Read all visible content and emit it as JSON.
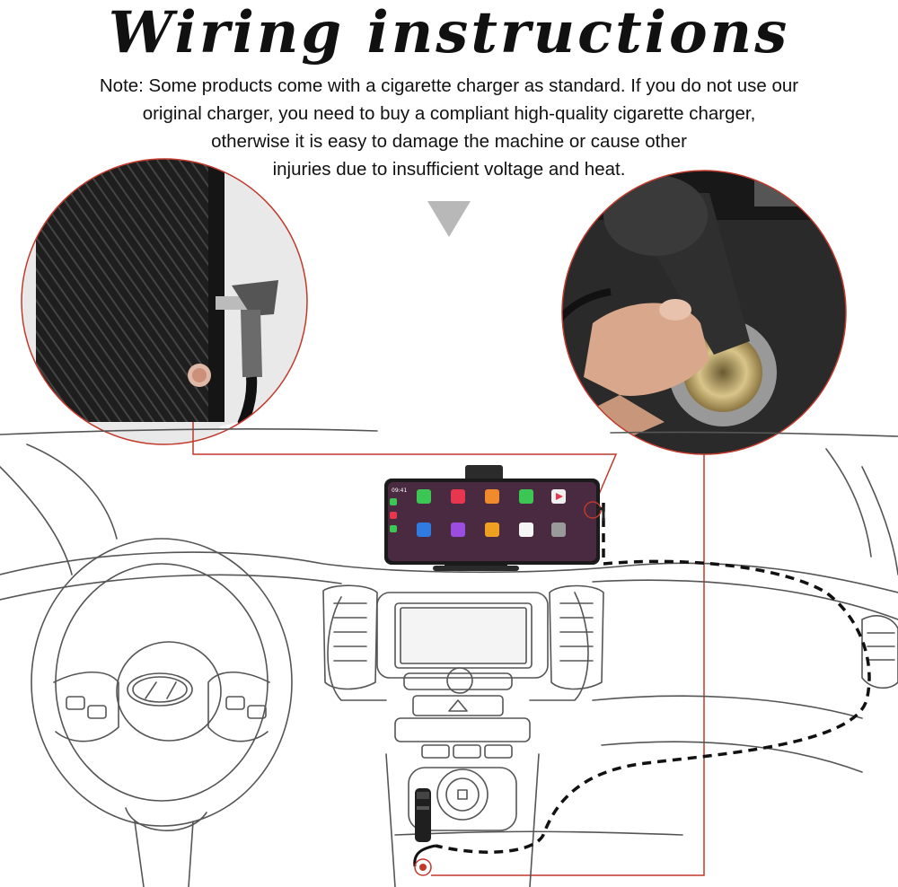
{
  "title": "Wiring instructions",
  "note_lines": [
    "Note: Some products come with a cigarette charger as standard. If you do not use our",
    "original charger, you need to buy a compliant high-quality cigarette charger,",
    "otherwise it is easy to damage the machine or cause other",
    "injuries due to insufficient voltage and heat."
  ],
  "colors": {
    "callout": "#c0392b",
    "line_art": "#555555",
    "cable": "#111111",
    "arrow": "#b8b8b8"
  },
  "icons": [
    "down-triangle-arrow-icon",
    "hyundai-logo-icon"
  ],
  "device_screen": {
    "time": "09:41"
  }
}
